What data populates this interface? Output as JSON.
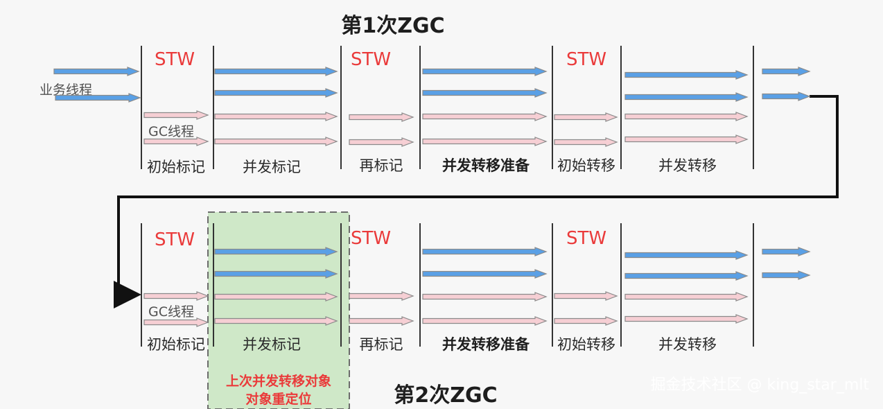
{
  "titles": {
    "cycle1": "第1次ZGC",
    "cycle2": "第2次ZGC"
  },
  "labels": {
    "business_threads": "业务线程",
    "gc_threads_1": "GC线程",
    "gc_threads_2": "GC线程",
    "stw": "STW"
  },
  "phases_row1": [
    "初始标记",
    "并发标记",
    "再标记",
    "并发转移准备",
    "初始转移",
    "并发转移"
  ],
  "phases_row2": [
    "初始标记",
    "并发标记",
    "再标记",
    "并发转移准备",
    "初始转移",
    "并发转移"
  ],
  "highlight_note": {
    "line1": "上次并发转移对象",
    "line2": "对象重定位"
  },
  "watermark": "掘金技术社区 @ king_star_mlt",
  "colors": {
    "business_arrow": "#5aa0e6",
    "gc_arrow": "#f6cfd4",
    "stw_text": "#ea3a3a",
    "highlight_fill": "#cfe8c8",
    "highlight_border": "#6c6c6c"
  }
}
